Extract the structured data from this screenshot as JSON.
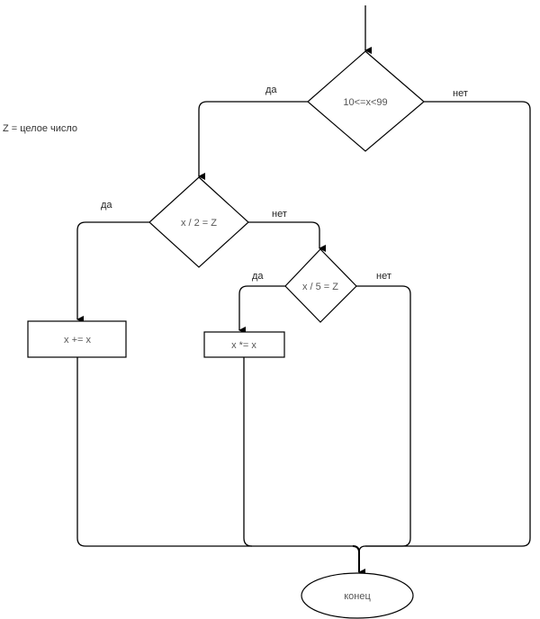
{
  "note": "Z = целое число",
  "nodes": {
    "cond1": {
      "text": "10<=x<99",
      "type": "decision"
    },
    "cond2": {
      "text": "x / 2 = Z",
      "type": "decision"
    },
    "cond3": {
      "text": "x / 5 = Z",
      "type": "decision"
    },
    "proc1": {
      "text": "x += x",
      "type": "process"
    },
    "proc2": {
      "text": "x *= x",
      "type": "process"
    },
    "end": {
      "text": "конец",
      "type": "terminator"
    }
  },
  "edge_labels": {
    "cond1_yes": "да",
    "cond1_no": "нет",
    "cond2_yes": "да",
    "cond2_no": "нет",
    "cond3_yes": "да",
    "cond3_no": "нет"
  }
}
